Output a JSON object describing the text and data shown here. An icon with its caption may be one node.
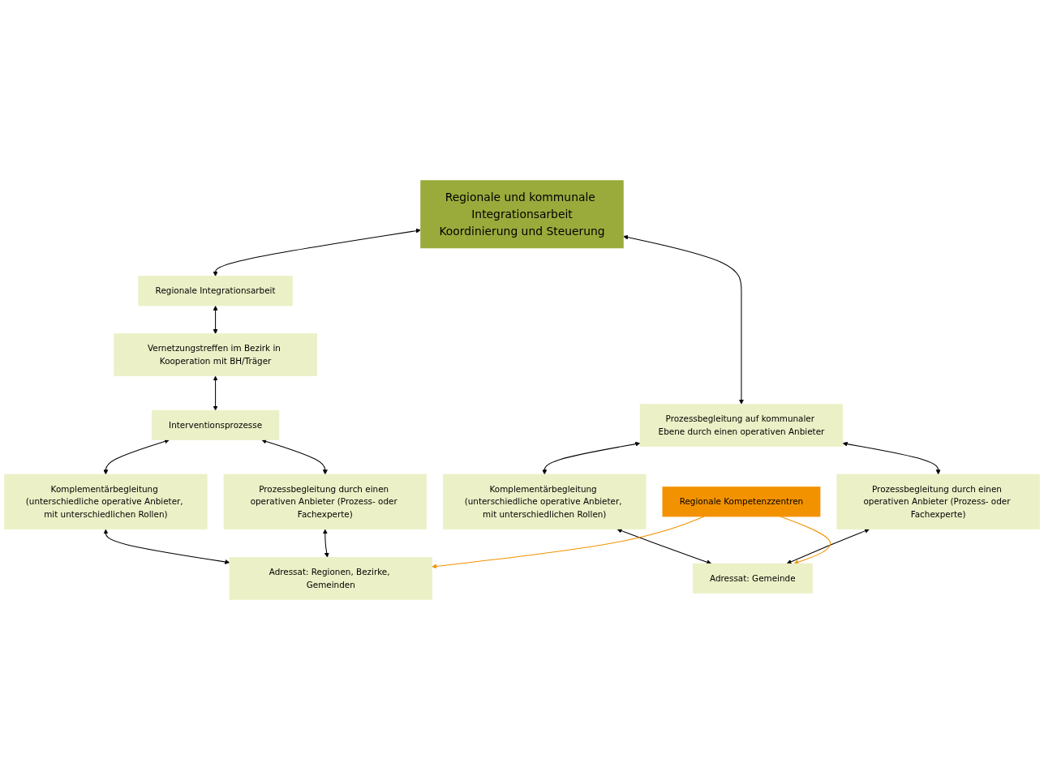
{
  "diagram": {
    "nodes": [
      {
        "text": [
          "Regionale und kommunale Integrationsarbeit",
          "Koordinierung und Steuerung"
        ]
      },
      {
        "text": [
          "Regionale Integrationsarbeit"
        ]
      },
      {
        "text": [
          "Prozessbegleitung auf kommunaler Ebene durch einen operativen Anbieter"
        ]
      },
      {
        "text": [
          "Vernetzungstreffen im Bezirk in Kooperation mit BH/Träger"
        ]
      },
      {
        "text": [
          "Komplementärbegleitung (unterschiedliche operative Anbieter, mit unterschiedlichen Rollen)"
        ]
      },
      {
        "text": [
          "Prozessbegleitung durch einen operativen Anbieter (Prozess- oder Fachexperte)"
        ]
      },
      {
        "text": [
          "Interventionsprozesse"
        ]
      },
      {
        "text": [
          "Komplementärbegleitung (unterschiedliche operative Anbieter, mit unterschiedlichen Rollen)"
        ]
      },
      {
        "text": [
          "Prozessbegleitung durch einen operativen Anbieter (Prozess- oder Fachexperte)"
        ]
      },
      {
        "text": [
          "Adressat: Regionen, Bezirke, Gemeinden"
        ]
      },
      {
        "text": [
          "Regionale Kompetenzzentren"
        ]
      },
      {
        "text": [
          "Adressat: Gemeinde"
        ]
      }
    ],
    "edges": [
      {
        "from": 0,
        "to": 1,
        "arrow": "both"
      },
      {
        "from": 0,
        "to": 2,
        "arrow": "both"
      },
      {
        "from": 1,
        "to": 3,
        "arrow": "both"
      },
      {
        "from": 3,
        "to": 6,
        "arrow": "both"
      },
      {
        "from": 2,
        "to": 4,
        "arrow": "both"
      },
      {
        "from": 2,
        "to": 5,
        "arrow": "both"
      },
      {
        "from": 6,
        "to": 7,
        "arrow": "both"
      },
      {
        "from": 6,
        "to": 8,
        "arrow": "both"
      },
      {
        "from": 7,
        "to": 9,
        "arrow": "both"
      },
      {
        "from": 8,
        "to": 9,
        "arrow": "both"
      },
      {
        "from": 4,
        "to": 11,
        "arrow": "both"
      },
      {
        "from": 5,
        "to": 11,
        "arrow": "both"
      },
      {
        "from": 10,
        "to": 9,
        "arrow": "to",
        "color": "#f39200"
      },
      {
        "from": 10,
        "to": 11,
        "arrow": "to",
        "color": "#f39200"
      }
    ]
  }
}
